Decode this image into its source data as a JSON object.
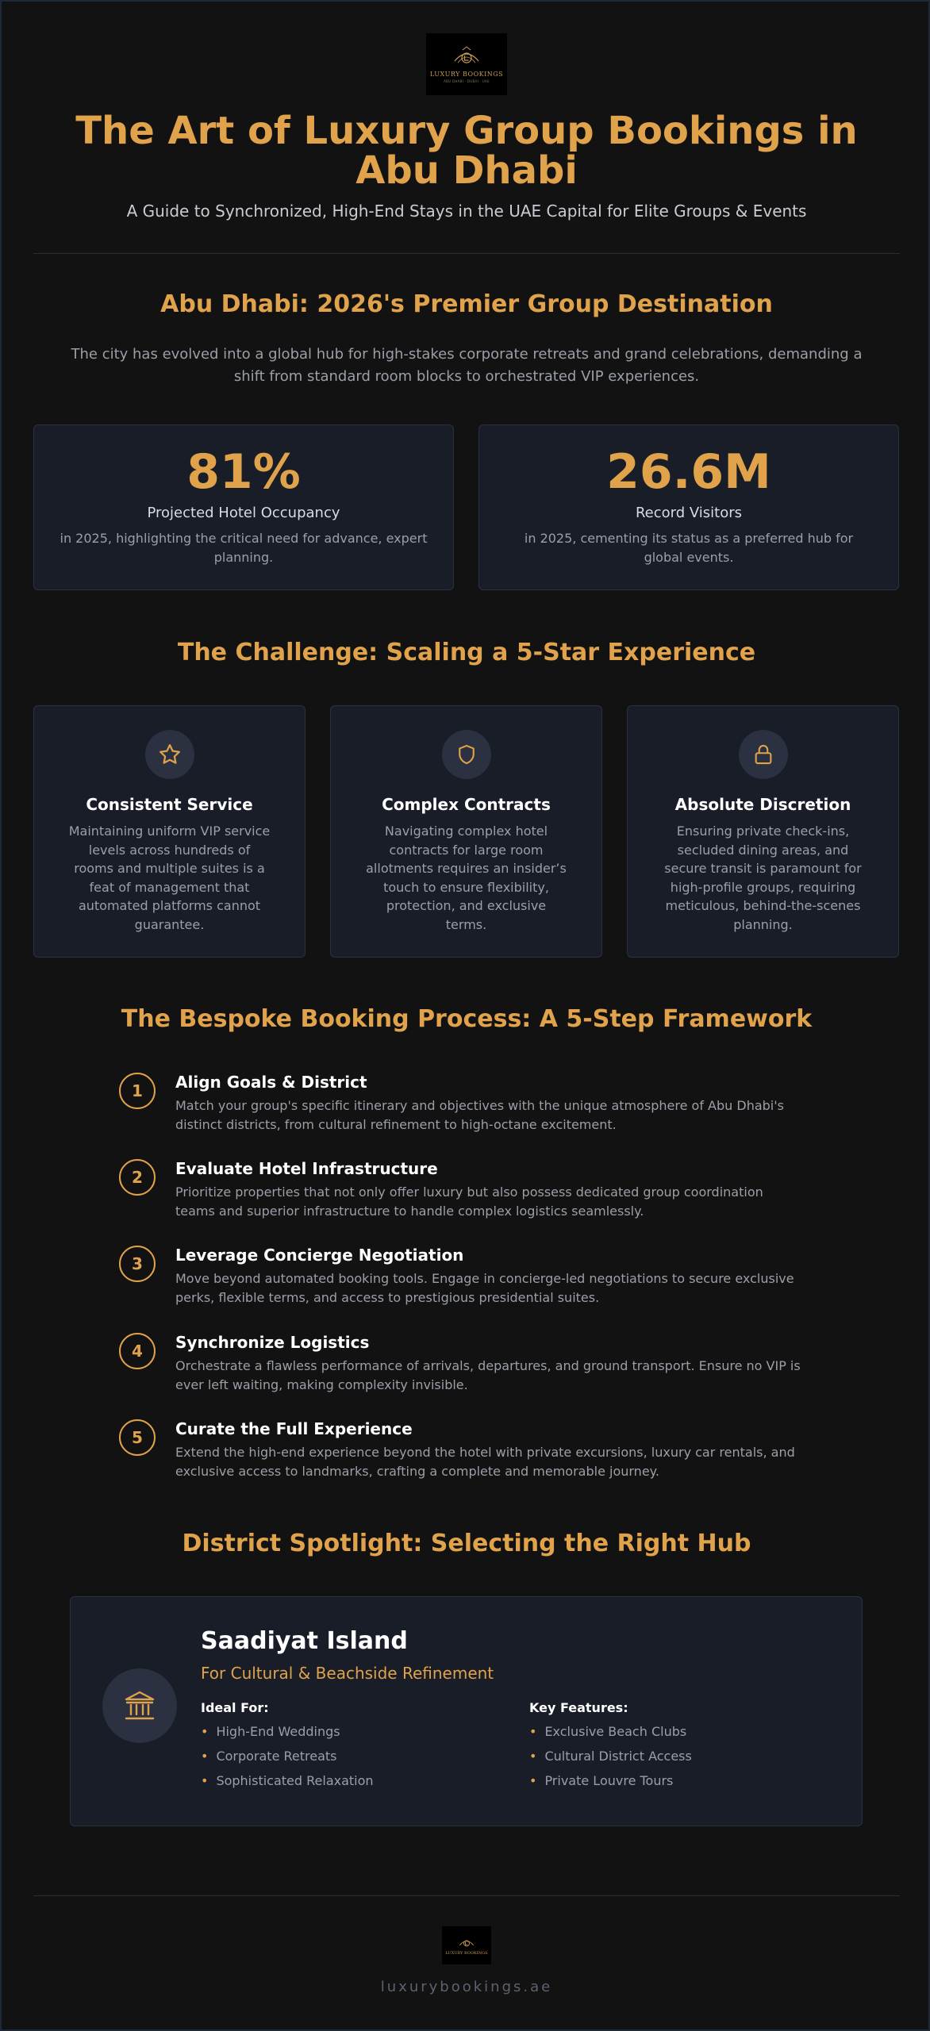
{
  "header": {
    "logo_brand": "LUXURY BOOKINGS",
    "logo_tagline": "ABU DHABI · DUBAI · UAE",
    "title": "The Art of Luxury Group Bookings in Abu Dhabi",
    "subtitle": "A Guide to Synchronized, High-End Stays in the UAE Capital for Elite Groups & Events"
  },
  "destination": {
    "title": "Abu Dhabi: 2026's Premier Group Destination",
    "lead": "The city has evolved into a global hub for high-stakes corporate retreats and grand celebrations, demanding a shift from standard room blocks to orchestrated VIP experiences.",
    "stats": [
      {
        "value": "81%",
        "label": "Projected Hotel Occupancy",
        "desc": "in 2025, highlighting the critical need for advance, expert planning."
      },
      {
        "value": "26.6M",
        "label": "Record Visitors",
        "desc": "in 2025, cementing its status as a preferred hub for global events."
      }
    ]
  },
  "challenge": {
    "title": "The Challenge: Scaling a 5-Star Experience",
    "cards": [
      {
        "icon": "star-icon",
        "title": "Consistent Service",
        "desc": "Maintaining uniform VIP service levels across hundreds of rooms and multiple suites is a feat of management that automated platforms cannot guarantee."
      },
      {
        "icon": "shield-icon",
        "title": "Complex Contracts",
        "desc": "Navigating complex hotel contracts for large room allotments requires an insider’s touch to ensure flexibility, protection, and exclusive terms."
      },
      {
        "icon": "lock-icon",
        "title": "Absolute Discretion",
        "desc": "Ensuring private check-ins, secluded dining areas, and secure transit is paramount for high-profile groups, requiring meticulous, behind-the-scenes planning."
      }
    ]
  },
  "process": {
    "title": "The Bespoke Booking Process: A 5-Step Framework",
    "steps": [
      {
        "num": "1",
        "title": "Align Goals & District",
        "desc": "Match your group's specific itinerary and objectives with the unique atmosphere of Abu Dhabi's distinct districts, from cultural refinement to high-octane excitement."
      },
      {
        "num": "2",
        "title": "Evaluate Hotel Infrastructure",
        "desc": "Prioritize properties that not only offer luxury but also possess dedicated group coordination teams and superior infrastructure to handle complex logistics seamlessly."
      },
      {
        "num": "3",
        "title": "Leverage Concierge Negotiation",
        "desc": "Move beyond automated booking tools. Engage in concierge-led negotiations to secure exclusive perks, flexible terms, and access to prestigious presidential suites."
      },
      {
        "num": "4",
        "title": "Synchronize Logistics",
        "desc": "Orchestrate a flawless performance of arrivals, departures, and ground transport. Ensure no VIP is ever left waiting, making complexity invisible."
      },
      {
        "num": "5",
        "title": "Curate the Full Experience",
        "desc": "Extend the high-end experience beyond the hotel with private excursions, luxury car rentals, and exclusive access to landmarks, crafting a complete and memorable journey."
      }
    ]
  },
  "spotlight": {
    "title": "District Spotlight: Selecting the Right Hub",
    "icon": "landmark-icon",
    "name": "Saadiyat Island",
    "tagline": "For Cultural & Beachside Refinement",
    "ideal_head": "Ideal For:",
    "ideal": [
      "High-End Weddings",
      "Corporate Retreats",
      "Sophisticated Relaxation"
    ],
    "features_head": "Key Features:",
    "features": [
      "Exclusive Beach Clubs",
      "Cultural District Access",
      "Private Louvre Tours"
    ]
  },
  "footer": {
    "url": "luxurybookings.ae"
  },
  "colors": {
    "background": "#121212",
    "card": "#181d28",
    "accent": "#e0a24a",
    "muted_text": "#9b9fa8"
  }
}
